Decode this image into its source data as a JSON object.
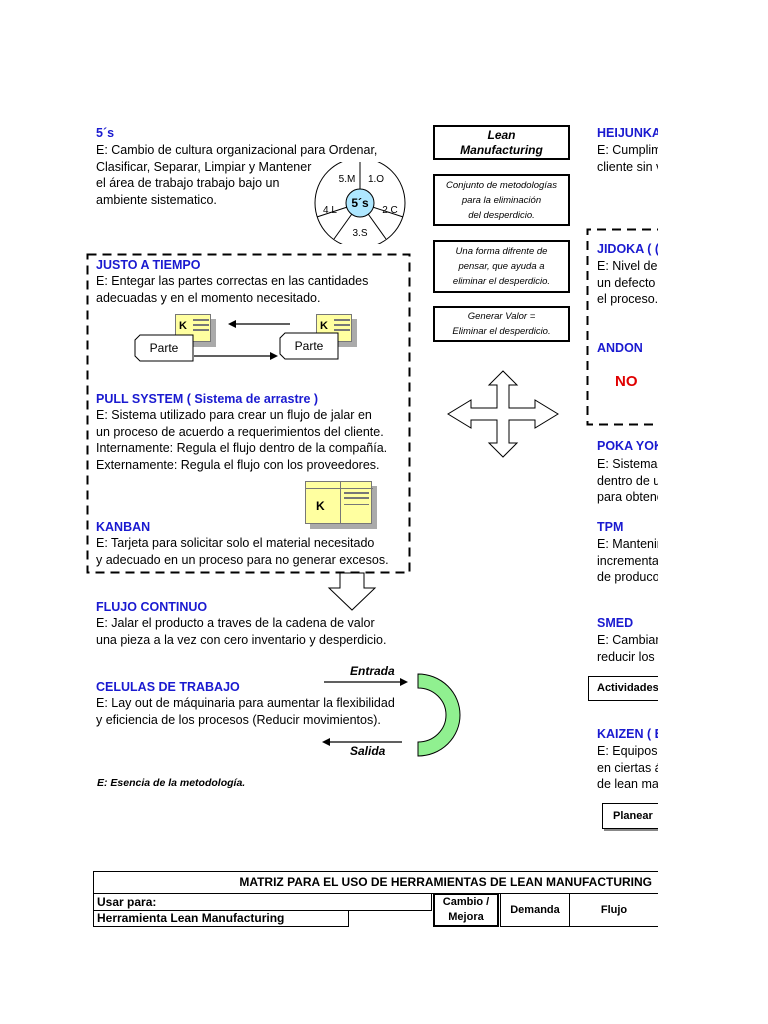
{
  "cinco_s": {
    "title": "5´s",
    "desc": [
      "E: Cambio de cultura organizacional para Ordenar,",
      "Clasificar, Separar, Limpiar y Mantener",
      "el área de trabajo trabajo bajo un",
      "ambiente sistematico."
    ],
    "wheel": {
      "center": "5´s",
      "segments": [
        "5.M",
        "1.O",
        "2.C",
        "3.S",
        "4.L"
      ]
    }
  },
  "justo_a_tiempo": {
    "title": "JUSTO A TIEMPO",
    "desc": [
      "E: Entegar las partes correctas en las cantidades",
      "adecuadas y en el momento necesitado."
    ],
    "part_label": "Parte",
    "card_letter": "K"
  },
  "pull_system": {
    "title": "PULL SYSTEM ( Sistema de arrastre )",
    "desc": [
      "E: Sistema utilizado para crear un flujo de jalar en",
      "un proceso de acuerdo a requerimientos del cliente.",
      "Internamente: Regula el flujo dentro de la compañía.",
      "Externamente: Regula el flujo con los proveedores."
    ]
  },
  "kanban": {
    "title": "KANBAN",
    "desc": [
      "E: Tarjeta para solicitar solo el material necesitado",
      "y adecuado en un proceso para no generar excesos."
    ]
  },
  "flujo_continuo": {
    "title": "FLUJO CONTINUO",
    "desc": [
      "E: Jalar el producto a traves de la cadena de valor",
      "una pieza a la vez con cero inventario y desperdicio."
    ]
  },
  "celulas": {
    "title": "CELULAS DE TRABAJO",
    "desc": [
      "E: Lay out de máquinaria para aumentar la flexibilidad",
      "y eficiencia de los procesos (Reducir movimientos)."
    ],
    "entrada": "Entrada",
    "salida": "Salida"
  },
  "footnote": "E: Esencia de la metodología.",
  "center": {
    "lean_title": [
      "Lean",
      "Manufacturing"
    ],
    "box1": [
      "Conjunto de metodologías",
      "para la eliminación",
      "del desperdicio."
    ],
    "box2": [
      "Una forma difrente de",
      "pensar, que ayuda a",
      "eliminar el desperdicio."
    ],
    "box3": [
      "Generar Valor =",
      "Eliminar el desperdicio."
    ]
  },
  "right": {
    "heijunka": {
      "title": "HEIJUNKA",
      "desc": [
        "E: Cumplim",
        "cliente sin v"
      ]
    },
    "jidoka": {
      "title": "JIDOKA ( (",
      "desc": [
        "E: Nivel de",
        "un defecto",
        "el proceso."
      ]
    },
    "andon": {
      "title": "ANDON",
      "status": "NO"
    },
    "poka_yoke": {
      "title": "POKA YOK",
      "desc": [
        "E: Sistema",
        "dentro de u",
        "para obtene"
      ]
    },
    "tpm": {
      "title": "TPM",
      "desc": [
        "E: Mantenir",
        "incrementa",
        "de produco"
      ]
    },
    "smed": {
      "title": "SMED",
      "desc": [
        "E: Cambiar",
        "reducir los"
      ]
    },
    "actividades_button": "Actividades",
    "kaizen": {
      "title": "KAIZEN ( E",
      "desc": [
        "E: Equipos",
        "en ciertas á",
        "de lean ma"
      ]
    },
    "planear_button": "Planear"
  },
  "matrix": {
    "title": "MATRIZ PARA EL USO DE HERRAMIENTAS DE LEAN  MANUFACTURING",
    "usar_para": "Usar para:",
    "herramienta": "Herramienta Lean Manufacturing",
    "columns": [
      "Cambio / Mejora",
      "Demanda",
      "Flujo"
    ]
  },
  "colors": {
    "heading": "#1a1ad0",
    "andon_no": "#e00000",
    "card": "#ffffa0",
    "cell_shape": "#90f090"
  }
}
